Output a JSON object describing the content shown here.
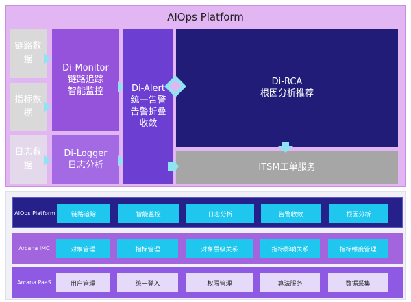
{
  "title": "AIOps Platform",
  "sources": [
    {
      "label": "链路数据"
    },
    {
      "label": "指标数据"
    },
    {
      "label": "日志数据"
    }
  ],
  "modules": {
    "monitor": {
      "name": "Di-Monitor",
      "line1": "链路追踪",
      "line2": "智能监控"
    },
    "logger": {
      "name": "Di-Logger",
      "line1": "日志分析"
    },
    "alert": {
      "name": "Di-Alert",
      "line1": "统一告警",
      "line2": "告警折叠",
      "line3": "收敛"
    },
    "rca": {
      "name": "Di-RCA",
      "line1": "根因分析推荐"
    },
    "itsm": {
      "name": "ITSM工单服务"
    }
  },
  "layers": [
    {
      "label": "AIOps Platform",
      "items": [
        "链路追踪",
        "智能监控",
        "日志分析",
        "告警收敛",
        "根因分析"
      ]
    },
    {
      "label": "Arcana IMC",
      "items": [
        "对象管理",
        "指标管理",
        "对象层级关系",
        "指标影响关系",
        "指标维度管理"
      ]
    },
    {
      "label": "Arcana PaaS",
      "items": [
        "用户管理",
        "统一登入",
        "权限管理",
        "算法服务",
        "数据采集"
      ]
    }
  ],
  "colors": {
    "frame": "#e2b6f2",
    "monitor": "#9553dc",
    "alert": "#6c3fd2",
    "rca": "#211c78",
    "itsm": "#a6a6a6",
    "aiops_layer": "#26208a",
    "imc_layer": "#a365dd",
    "paas_layer": "#8e5ae4",
    "chip_cyan": "#1fc7ee",
    "chip_light": "#e6dafa",
    "arrow": "#8fe4f2"
  }
}
